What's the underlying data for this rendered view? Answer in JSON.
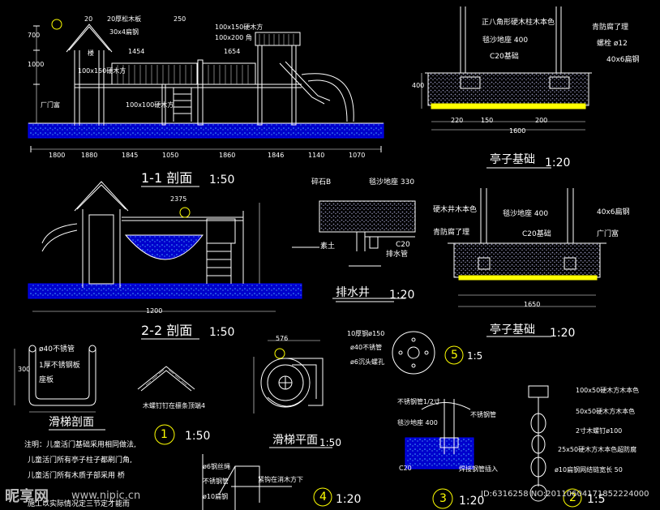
{
  "titles": {
    "section_1": "1-1 剖面",
    "scale_1": "1:50",
    "section_2": "2-2 剖面",
    "scale_2": "1:50",
    "pavilion_base_a": "亭子基础",
    "pavilion_scale_a": "1:20",
    "drain_well": "排水井",
    "drain_scale": "1:20",
    "pavilion_base_b": "亭子基础",
    "pavilion_scale_b": "1:20",
    "slide_section": "滑梯剖面",
    "slide_plan": "滑梯平面",
    "slide_plan_scale": "1:50",
    "detail_1": "1",
    "detail_1_scale": "1:50",
    "detail_5": "5",
    "detail_5_scale": "1:5",
    "detail_4": "4",
    "detail_4_scale": "1:20",
    "detail_3": "3",
    "detail_3_scale": "1:20",
    "detail_2": "2",
    "detail_2_scale": "1:5"
  },
  "annotations": {
    "roof_board": "20厚松木板",
    "beam_30x4": "30x4扁钢",
    "wood_100x150": "100x150硬木方",
    "wood_100x200": "100x200 角",
    "stair_label": "楼",
    "post_100x150": "100x150硬木方",
    "post_100x100": "100x100硬木方",
    "sand_layer": "厂门富",
    "steel_tube": "正八角形硬木柱木本色",
    "sand_base_400": "毯沙地座 400",
    "c20_base": "C20基础",
    "waterproof": "青防腐了理",
    "bolt": "螺栓 ø12",
    "flat_steel": "40x6扁钢",
    "gravel": "碎石B",
    "sand_330": "毯沙地座 330",
    "soil": "素土",
    "c20": "C20",
    "drain_pipe": "排水管",
    "hardwood_post": "硬木井木本色",
    "sand_400b": "毯沙地座 400",
    "c20_base_b": "C20基础",
    "waterproof_b": "青防腐了理",
    "flat_b": "40x6扁钢",
    "gate_b": "广门富",
    "pipe_40": "ø40不锈管",
    "stainless_plate": "1厚不锈钢板",
    "seat_board": "座板",
    "roof_note": "木螺钉钉在檩条顶端4",
    "pin_10": "10厚钢ø150",
    "pipe_40b": "ø40不锈管",
    "screw_6": "ø6沉头螺孔",
    "pipe_r": "不锈钢管1/2寸",
    "sand_r": "毯沙地座 400",
    "c20_r": "C20",
    "weld_r": "焊接钢管插入",
    "pipe_inner": "不锈钢管",
    "wood_100x50": "100x50硬木方木本色",
    "wood_50x50": "50x50硬木方木本色",
    "wood_2x": "2寸木螺钉ø100",
    "wood_25x50": "25x50硬木方木本色超防腐",
    "chain_10": "ø10扁钢网结链宽长 50",
    "hook_steel": "ø6钢丝绳",
    "hook_wood": "紧钩在消木方下",
    "hook_pipe": "不锈钢管",
    "slot_note": "ø10扁钢"
  },
  "dimensions": {
    "d20": "20",
    "d250": "250",
    "d700": "700",
    "d1000": "1000",
    "d1454": "1454",
    "d1654": "1654",
    "d220": "220",
    "d150": "150",
    "d200": "200",
    "d1600": "1600",
    "d400": "400",
    "d1200": "1200",
    "d2375": "2375",
    "d300": "300",
    "d1800": "1800",
    "d1880": "1880",
    "d1845": "1845",
    "d1050": "1050",
    "d1860": "1860",
    "d1846": "1846",
    "d1140": "1140",
    "d1070": "1070",
    "d576": "576",
    "d1650": "1650"
  },
  "notes": {
    "note_1": "注明：儿童活门基础采用相同做法,",
    "note_2": "儿童活门所有亭子柱子都刷门角,",
    "note_3": "儿童活门所有木质子部采用 桥",
    "note_4": "施工以实际情况定三节定才能而"
  },
  "watermark": {
    "brand": "昵享网",
    "site": "www.nipic.cn",
    "id_text": "ID:6316258 NO:20110604171852224000"
  }
}
